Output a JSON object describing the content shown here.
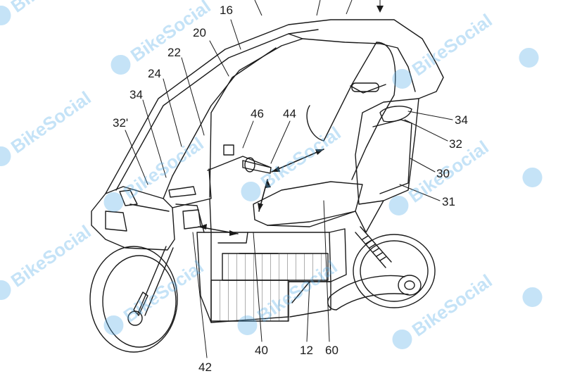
{
  "reference_numerals": {
    "n16": "16",
    "n20": "20",
    "n22": "22",
    "n24": "24",
    "n34_left": "34",
    "n32_prime": "32'",
    "n46": "46",
    "n44": "44",
    "n34_right": "34",
    "n32": "32",
    "n30": "30",
    "n31": "31",
    "n42": "42",
    "n40": "40",
    "n12": "12",
    "n60": "60"
  },
  "watermark": {
    "text": "BikeSocial",
    "color": "#5aaee8"
  },
  "colors": {
    "line": "#1a1a1a",
    "background": "#ffffff"
  }
}
